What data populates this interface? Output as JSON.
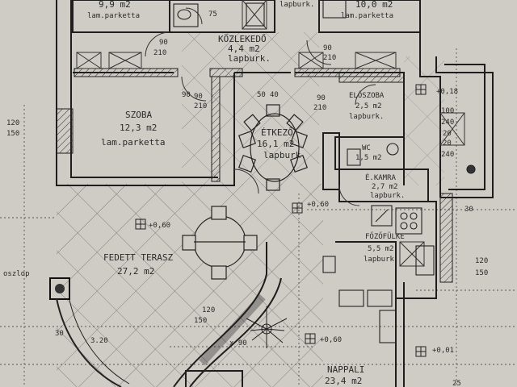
{
  "rooms": {
    "top_left": {
      "area": "9,9 m2",
      "floor": "lam.parketta"
    },
    "top_mid": {
      "floor": "lapburk."
    },
    "top_right": {
      "area": "10,0 m2",
      "floor": "lam.parketta"
    },
    "kozlekedo": {
      "name": "KÖZLEKEDŐ",
      "area": "4,4 m2",
      "floor": "lapburk."
    },
    "szoba": {
      "name": "SZOBA",
      "area": "12,3 m2",
      "floor": "lam.parketta"
    },
    "etkezo": {
      "name": "ÉTKEZŐ",
      "area": "16,1 m2",
      "floor": "lapburk."
    },
    "eloszoba": {
      "name": "ELŐSZOBA",
      "area": "2,5 m2",
      "floor": "lapburk."
    },
    "wc": {
      "name": "WC",
      "area": "1,5 m2"
    },
    "kamra": {
      "name": "É.KAMRA",
      "area": "2,7 m2",
      "floor": "lapburk."
    },
    "fozofulke": {
      "name": "FŐZŐFÜLKE",
      "area": "5,5 m2",
      "floor": "lapburk."
    },
    "terasz": {
      "name": "FEDETT TERASZ",
      "area": "27,2 m2"
    },
    "nappali": {
      "name": "NAPPALI",
      "area": "23,4 m2"
    }
  },
  "labels": {
    "oszlop": "oszlop",
    "lvl_terasz": "+0,60",
    "lvl_etkezo": "+0,60",
    "lvl_nappali": "+0,60",
    "lvl_entry": "+0,18",
    "lvl_outside": "+0,01",
    "d_320": "3.20",
    "d_30a": "30",
    "d_30b": "30",
    "d_120a": "120",
    "d_150a": "150",
    "d_120b": "120",
    "d_150b": "150",
    "d_120c": "120",
    "d_150c": "150",
    "d_90a": "90",
    "d_210a": "210",
    "d_90b": "90",
    "d_210b": "210",
    "d_90c": "90",
    "d_210c": "210",
    "d_90d": "90",
    "d_210d": "210",
    "d_100": "100",
    "d_240": "240",
    "d_20a": "20",
    "d_20b": "20",
    "d_240b": "240",
    "d_75": "75",
    "d_50": "50",
    "d_40": "40",
    "d_90e": "90",
    "d_90f": "x 90",
    "d_25": "25"
  }
}
